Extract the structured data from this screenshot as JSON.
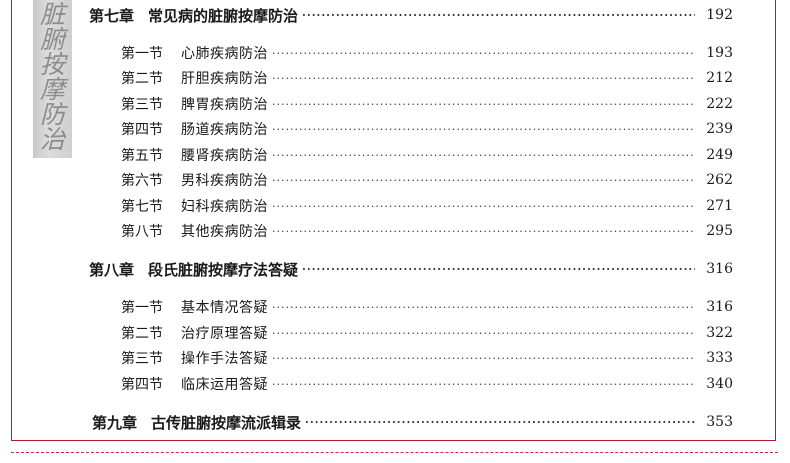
{
  "side_text": [
    "脏",
    "腑",
    "按",
    "摩",
    "防",
    "治"
  ],
  "dot_leader": "··············································································································································",
  "chapters": [
    {
      "num": "第七章",
      "title": "常见病的脏腑按摩防治",
      "page": "192",
      "sections": [
        {
          "num": "第一节",
          "title": "心肺疾病防治",
          "page": "193"
        },
        {
          "num": "第二节",
          "title": "肝胆疾病防治",
          "page": "212"
        },
        {
          "num": "第三节",
          "title": "脾胃疾病防治",
          "page": "222"
        },
        {
          "num": "第四节",
          "title": "肠道疾病防治",
          "page": "239"
        },
        {
          "num": "第五节",
          "title": "腰肾疾病防治",
          "page": "249"
        },
        {
          "num": "第六节",
          "title": "男科疾病防治",
          "page": "262"
        },
        {
          "num": "第七节",
          "title": "妇科疾病防治",
          "page": "271"
        },
        {
          "num": "第八节",
          "title": "其他疾病防治",
          "page": "295"
        }
      ]
    },
    {
      "num": "第八章",
      "title": "段氏脏腑按摩疗法答疑",
      "page": "316",
      "sections": [
        {
          "num": "第一节",
          "title": "基本情况答疑",
          "page": "316"
        },
        {
          "num": "第二节",
          "title": "治疗原理答疑",
          "page": "322"
        },
        {
          "num": "第三节",
          "title": "操作手法答疑",
          "page": "333"
        },
        {
          "num": "第四节",
          "title": "临床运用答疑",
          "page": "340"
        }
      ]
    },
    {
      "num": "第九章",
      "title": "古传脏腑按摩流派辑录",
      "page": "353",
      "sections": []
    }
  ]
}
